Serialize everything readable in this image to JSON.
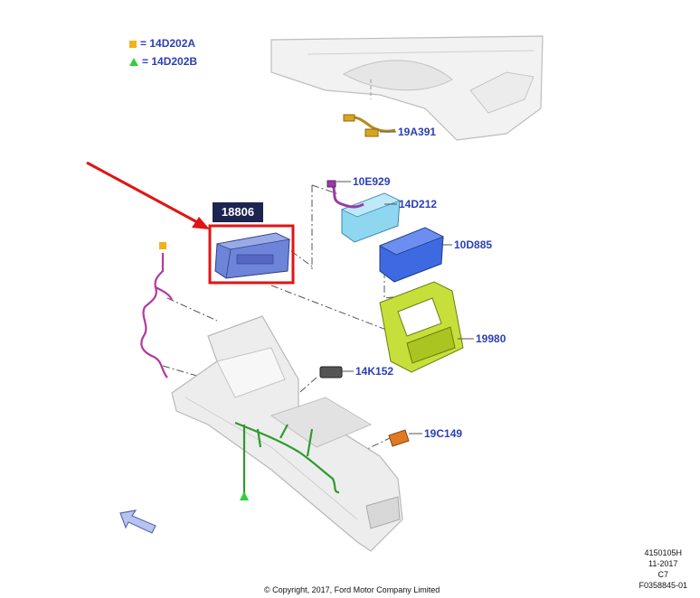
{
  "legend": [
    {
      "symbol": "square-icon",
      "color": "#f2b21a",
      "text": "= 14D202A"
    },
    {
      "symbol": "triangle-icon",
      "color": "#2fcf3a",
      "text": "= 14D202B"
    }
  ],
  "callouts": {
    "highlighted_part": "18806",
    "p19A391": "19A391",
    "p10E929": "10E929",
    "p14D212": "14D212",
    "p10D885": "10D885",
    "p19980": "19980",
    "p14K152": "14K152",
    "p19C149": "19C149"
  },
  "footer": {
    "copyright": "© Copyright, 2017, Ford Motor Company Limited",
    "codes": [
      "4150105H",
      "11-2017",
      "C7",
      "F0358845-01"
    ]
  },
  "colors": {
    "label_blue": "#2b3fb5",
    "highlight_red": "#e01515",
    "arrow_red": "#e01515",
    "legend_square": "#f2b21a",
    "legend_triangle": "#2fcf3a"
  }
}
